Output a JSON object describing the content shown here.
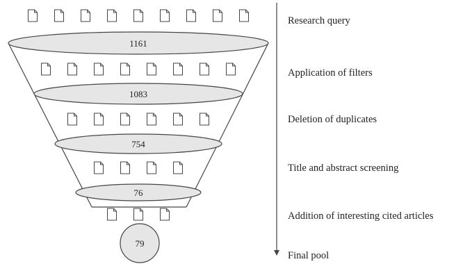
{
  "counts": [
    "1161",
    "1083",
    "754",
    "76"
  ],
  "final_count": "79",
  "stages": [
    "Research query",
    "Application of filters",
    "Deletion of duplicates",
    "Title and abstract screening",
    "Addition of interesting cited articles",
    "Final pool"
  ],
  "document_rows": [
    9,
    8,
    6,
    4,
    3
  ],
  "icon": "document-icon",
  "colors": {
    "ellipse_fill": "#e6e6e6",
    "stroke": "#444444",
    "background": "#ffffff"
  }
}
